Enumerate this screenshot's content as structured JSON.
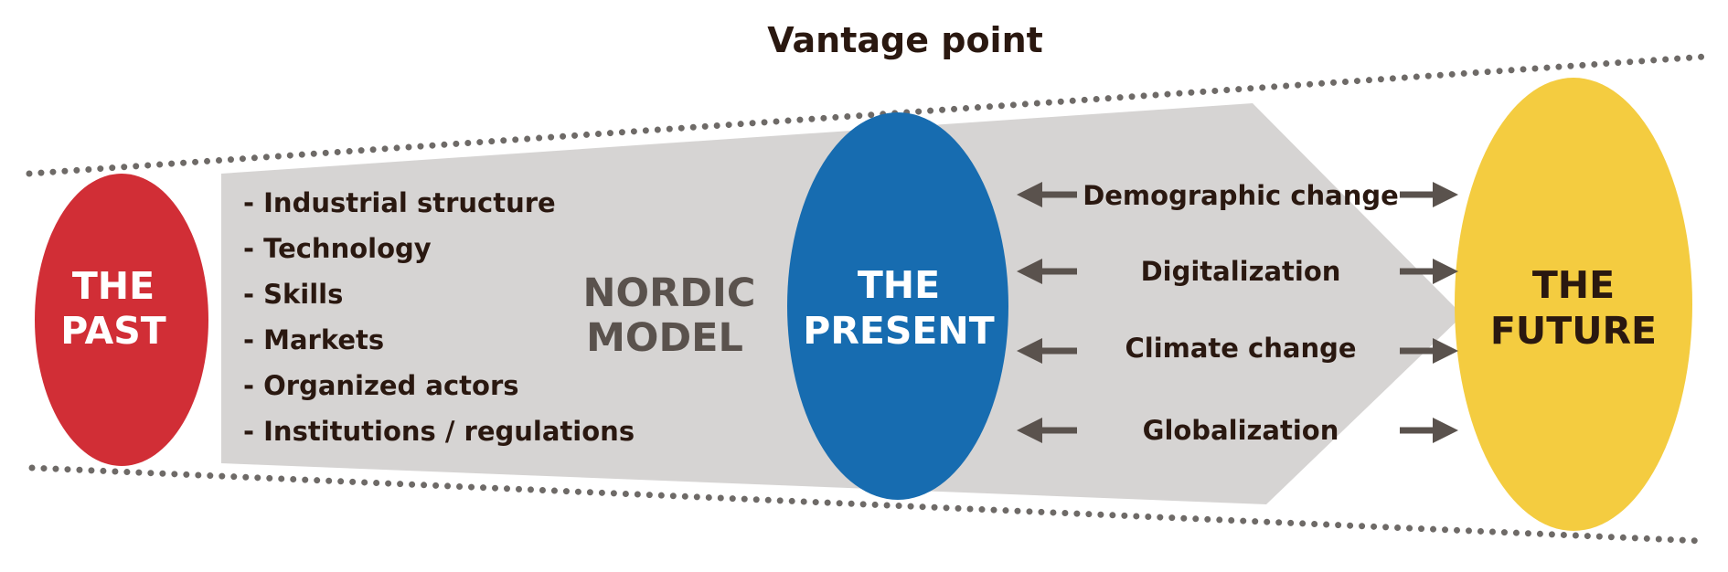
{
  "title": "Vantage point",
  "past": {
    "line1": "THE",
    "line2": "PAST",
    "color": "#d12e36"
  },
  "present": {
    "line1": "THE",
    "line2": "PRESENT",
    "color": "#176cb0"
  },
  "future": {
    "line1": "THE",
    "line2": "FUTURE",
    "color": "#f4cc40"
  },
  "model": {
    "line1": "NORDIC",
    "line2": "MODEL"
  },
  "factors": [
    "- Industrial structure",
    "- Technology",
    "- Skills",
    "- Markets",
    "- Organized actors",
    "- Institutions / regulations"
  ],
  "drivers": [
    "Demographic change",
    "Digitalization",
    "Climate change",
    "Globalization"
  ],
  "colors": {
    "band": "#d6d4d3",
    "arrow": "#5a524d",
    "dots": "#6e6a67",
    "text": "#2a1810"
  }
}
